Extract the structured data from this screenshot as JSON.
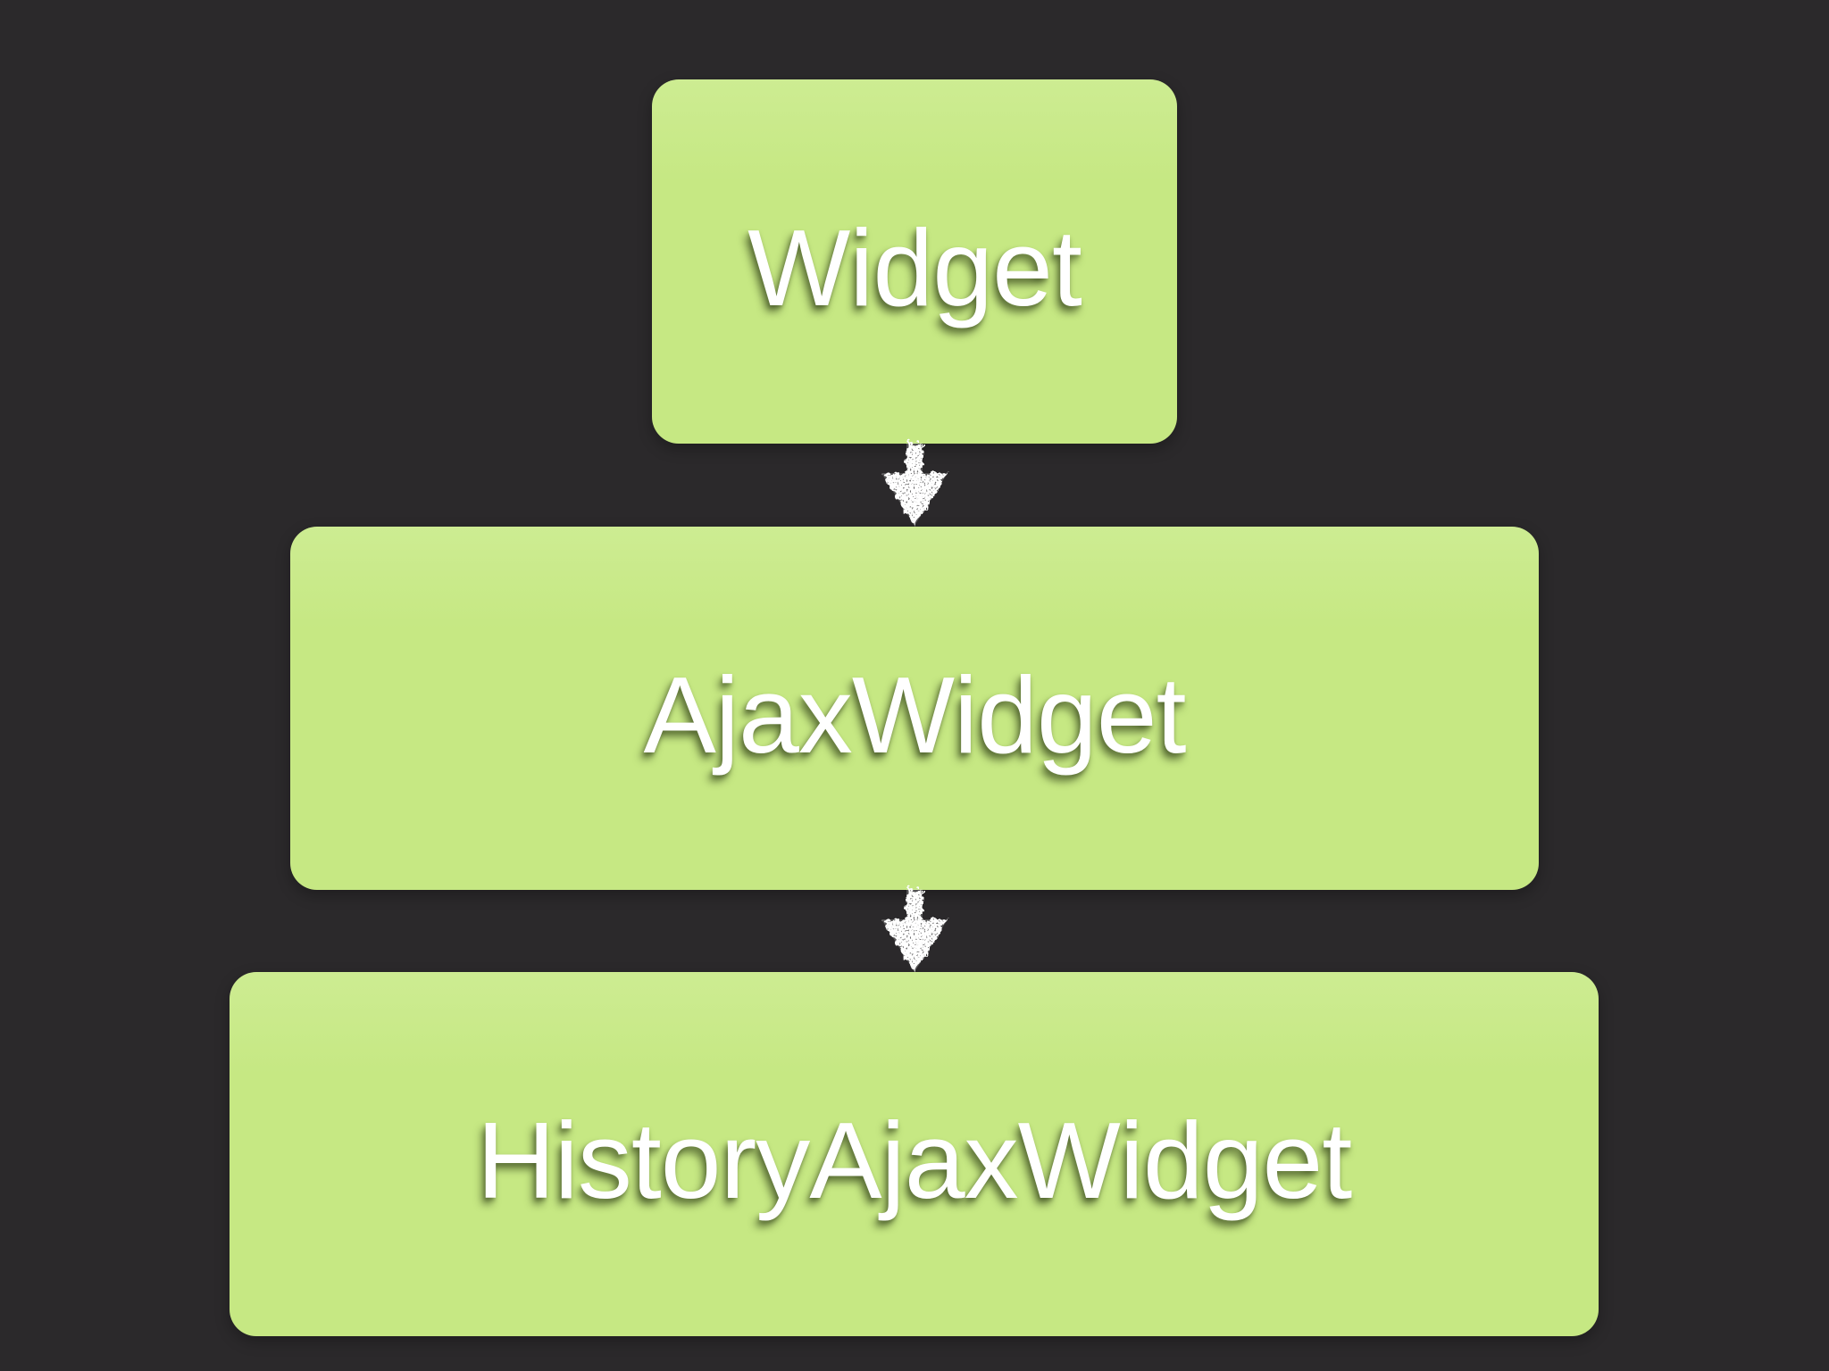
{
  "colors": {
    "background": "#2b292b",
    "node_fill": "#c6e883",
    "node_fill_top": "#cdec92",
    "text": "#ffffff",
    "arrow": "#ffffff"
  },
  "diagram": {
    "type": "inheritance-hierarchy",
    "nodes": [
      {
        "id": "widget",
        "label": "Widget"
      },
      {
        "id": "ajax-widget",
        "label": "AjaxWidget"
      },
      {
        "id": "history-ajax-widget",
        "label": "HistoryAjaxWidget"
      }
    ],
    "edges": [
      {
        "from": "widget",
        "to": "ajax-widget",
        "icon": "arrow-down-icon"
      },
      {
        "from": "ajax-widget",
        "to": "history-ajax-widget",
        "icon": "arrow-down-icon"
      }
    ]
  }
}
